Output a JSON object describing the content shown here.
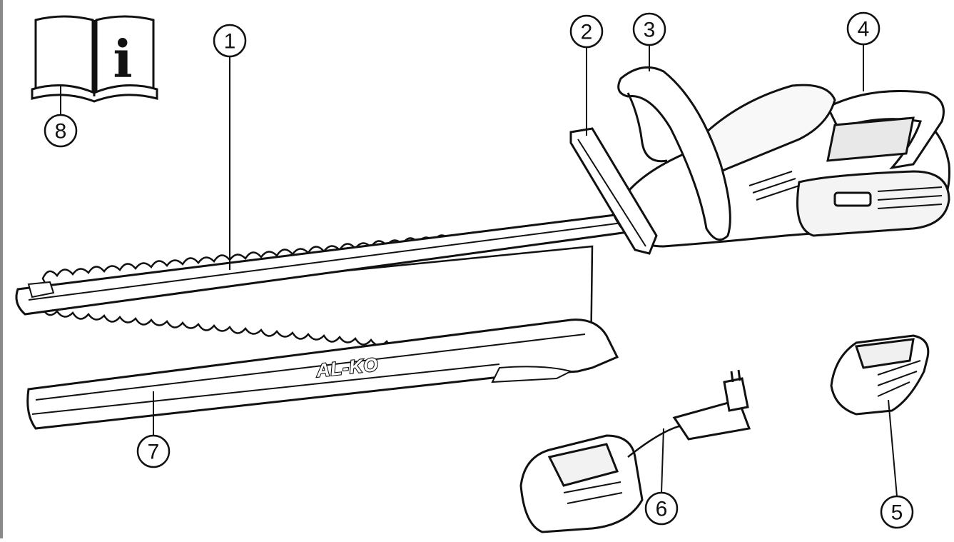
{
  "diagram": {
    "callouts": [
      {
        "id": "1",
        "text": "1"
      },
      {
        "id": "2",
        "text": "2"
      },
      {
        "id": "3",
        "text": "3"
      },
      {
        "id": "4",
        "text": "4"
      },
      {
        "id": "5",
        "text": "5"
      },
      {
        "id": "6",
        "text": "6"
      },
      {
        "id": "7",
        "text": "7"
      },
      {
        "id": "8",
        "text": "8"
      }
    ],
    "brand_logo": "AL-KO",
    "manual_icon_glyph": "i"
  }
}
